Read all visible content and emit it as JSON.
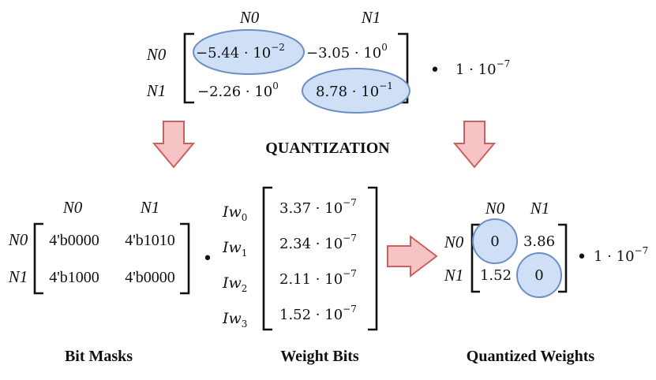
{
  "top_matrix": {
    "col_labels": [
      "N0",
      "N1"
    ],
    "row_labels": [
      "N0",
      "N1"
    ],
    "cells": [
      [
        {
          "mant": "−5.44 · 10",
          "exp": "−2"
        },
        {
          "mant": "−3.05 · 10",
          "exp": "0"
        }
      ],
      [
        {
          "mant": "−2.26 · 10",
          "exp": "0"
        },
        {
          "mant": "8.78 · 10",
          "exp": "−1"
        }
      ]
    ],
    "dot": "•",
    "scale_mant": "1 · 10",
    "scale_exp": "−7",
    "highlighted_cells": [
      "0,0",
      "1,1"
    ]
  },
  "quantization_label": "QUANTIZATION",
  "bit_masks": {
    "col_labels": [
      "N0",
      "N1"
    ],
    "row_labels": [
      "N0",
      "N1"
    ],
    "cells": [
      [
        "4'b0000",
        "4'b1010"
      ],
      [
        "4'b1000",
        "4'b0000"
      ]
    ],
    "caption": "Bit Masks"
  },
  "mult_dot": "•",
  "weight_bits": {
    "rows": [
      {
        "label": "Iw",
        "sub": "0",
        "mant": "3.37 · 10",
        "exp": "−7"
      },
      {
        "label": "Iw",
        "sub": "1",
        "mant": "2.34 · 10",
        "exp": "−7"
      },
      {
        "label": "Iw",
        "sub": "2",
        "mant": "2.11 · 10",
        "exp": "−7"
      },
      {
        "label": "Iw",
        "sub": "3",
        "mant": "1.52 · 10",
        "exp": "−7"
      }
    ],
    "caption": "Weight Bits"
  },
  "quantized": {
    "col_labels": [
      "N0",
      "N1"
    ],
    "row_labels": [
      "N0",
      "N1"
    ],
    "cells": [
      [
        "0",
        "3.86"
      ],
      [
        "1.52",
        "0"
      ]
    ],
    "dot": "•",
    "scale_mant": "1 · 10",
    "scale_exp": "−7",
    "highlighted_cells": [
      "0,0",
      "1,1"
    ],
    "caption": "Quantized Weights"
  },
  "colors": {
    "highlight_fill": "#cfe0f6",
    "highlight_stroke": "#6b8fc3",
    "arrow_fill": "#f6c4c4",
    "arrow_stroke": "#c9605f"
  }
}
